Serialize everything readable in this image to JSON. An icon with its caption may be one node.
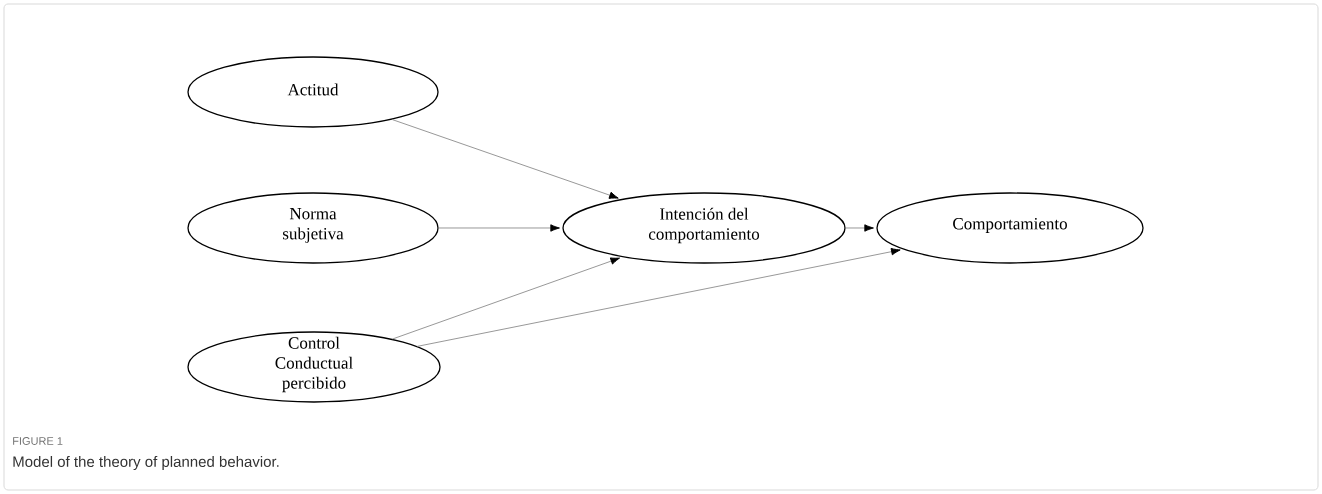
{
  "diagram": {
    "caption": "Model of the theory of planned behavior.",
    "nodes": [
      {
        "text": [
          "Actitud"
        ]
      },
      {
        "text": [
          "Norma subjetiva"
        ]
      },
      {
        "text": [
          "Control Conductual percibido"
        ]
      },
      {
        "text": [
          "Intención del comportamiento"
        ]
      },
      {
        "text": [
          "Comportamiento"
        ]
      }
    ],
    "edges": [
      {
        "from": 0,
        "to": 3,
        "arrow": "to"
      },
      {
        "from": 1,
        "to": 3,
        "arrow": "to"
      },
      {
        "from": 2,
        "to": 3,
        "arrow": "to"
      },
      {
        "from": 3,
        "to": 4,
        "arrow": "to"
      },
      {
        "from": 2,
        "to": 4,
        "arrow": "to"
      }
    ],
    "labels": [
      "FIGURE 1"
    ]
  }
}
